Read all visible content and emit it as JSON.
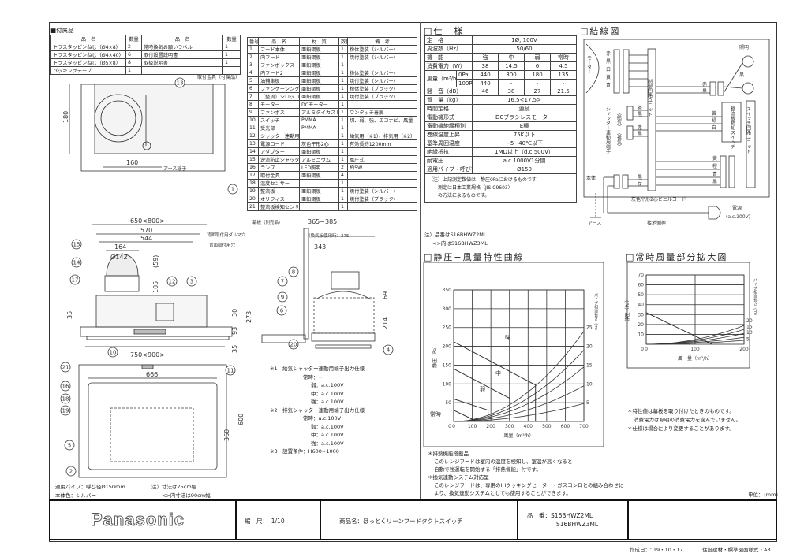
{
  "accessories": {
    "title": "付属品",
    "headers": [
      "品　名",
      "数量",
      "品　名",
      "数量"
    ],
    "rows": [
      [
        "トラスタッピンねじ（Ø4×8）",
        "2",
        "常時換気お願いラベル",
        "1"
      ],
      [
        "トラスタッピンねじ（Ø4×40）",
        "6",
        "取付設置説明書",
        "1"
      ],
      [
        "トラスタッピンねじ（Ø5×8）",
        "8",
        "取扱説明書",
        "1"
      ],
      [
        "パッキングテープ",
        "1",
        "",
        ""
      ]
    ]
  },
  "parts": {
    "headers": [
      "番号",
      "品　名",
      "材　質",
      "数量",
      "備　考"
    ],
    "rows": [
      [
        "1",
        "フード本体",
        "亜鉛鋼板",
        "1",
        "粉体塗装（シルバー）"
      ],
      [
        "2",
        "内フード",
        "亜鉛鋼板",
        "1",
        "焼付塗装（シルバー）"
      ],
      [
        "3",
        "ファンボックス",
        "亜鉛鋼板",
        "1",
        ""
      ],
      [
        "4",
        "内フード2",
        "亜鉛鋼板",
        "1",
        "粉体塗装（シルバー）"
      ],
      [
        "5",
        "油捕集板",
        "亜鉛鋼板",
        "1",
        "焼付塗装（シルバー）"
      ],
      [
        "6",
        "ファンケーシング",
        "亜鉛鋼板",
        "1",
        "粉体塗装（ブラック）"
      ],
      [
        "7",
        "（整流）シロッコファン",
        "亜鉛鋼板",
        "1",
        "焼付塗装（ブラック）"
      ],
      [
        "8",
        "モーター",
        "DCモーター",
        "1",
        ""
      ],
      [
        "9",
        "ファンボス",
        "アルミダイカスト",
        "1",
        "ワンタッチ着脱"
      ],
      [
        "10",
        "スイッチ",
        "PMMA",
        "1",
        "切、弱、強、エコナビ、風量"
      ],
      [
        "11",
        "受光部",
        "PMMA",
        "1",
        ""
      ],
      [
        "12",
        "シャッター連動用端子",
        "",
        "1",
        "給気用（※1）、排気用（※2）"
      ],
      [
        "13",
        "電源コード",
        "灰色平形2心",
        "1",
        "有効長約1200mm"
      ],
      [
        "14",
        "アダプター",
        "亜鉛鋼板",
        "1",
        ""
      ],
      [
        "15",
        "逆流防止シャッター",
        "アルミニウム",
        "1",
        "風圧式"
      ],
      [
        "16",
        "ランプ",
        "LED照明",
        "2",
        "約5W"
      ],
      [
        "17",
        "取付金具",
        "亜鉛鋼板",
        "4",
        ""
      ],
      [
        "18",
        "温度センサー",
        "",
        "1",
        ""
      ],
      [
        "19",
        "整流板",
        "亜鉛鋼板",
        "1",
        "焼付塗装（シルバー）"
      ],
      [
        "20",
        "オリフィス",
        "亜鉛鋼板",
        "1",
        "焼付塗装（ブラック）"
      ],
      [
        "21",
        "整流板検知センサー",
        "",
        "1",
        ""
      ]
    ]
  },
  "spec": {
    "title": "仕　様",
    "rating_label": "定　格",
    "rating": "1Ø, 100V",
    "freq_label": "周波数（Hz）",
    "freq": "50/60",
    "perf_label": "機　能",
    "modes": [
      "強",
      "中",
      "弱",
      "常時"
    ],
    "power_label": "消費電力（W）",
    "power": [
      "38",
      "14.5",
      "6",
      "4.5"
    ],
    "airflow_label": "風量（m³/h）",
    "p0_label": "0Pa",
    "airflow0": [
      "440",
      "300",
      "180",
      "135"
    ],
    "p100_label": "100Pa",
    "airflow100": [
      "440",
      "-",
      "-",
      "-"
    ],
    "noise_label": "騒　音（dB）",
    "noise": [
      "46",
      "38",
      "27",
      "21.5"
    ],
    "mass_label": "質　量（kg）",
    "mass": "16.5<17.5>",
    "rows": [
      [
        "時間定格",
        "連続"
      ],
      [
        "電動機形式",
        "DCブラシレスモーター"
      ],
      [
        "電動機絶縁種別",
        "E種"
      ],
      [
        "巻線温度上昇",
        "75K以下"
      ],
      [
        "基準周囲温度",
        "−5~40℃以下"
      ],
      [
        "絶縁抵抗",
        "1MΩ以上（d.c.500V）"
      ],
      [
        "耐電圧",
        "a.c.1000V1分間"
      ],
      [
        "適用パイプ・呼び径",
        "Ø150"
      ]
    ],
    "notes": [
      "（注）上記測定数値は、静圧0Paにおけるものです",
      "測定は日本工業規格（JIS C9603）",
      "の方法によるものです。"
    ],
    "model_note_1": "注）品番はS16BHWZ2ML",
    "model_note_2": "<>内はS16BHWZ3ML"
  },
  "wiring": {
    "title": "結線図",
    "motor": "モーター",
    "control_unit": "制御回路ユニット",
    "lighting": "照明",
    "rectifier_switch": "整流板検知スイッチ",
    "switch_unit": "スイッチ回路ユニット",
    "shutter_terminal": "シャッター連動用端子",
    "supply": "（給気）",
    "exhaust": "（排気）",
    "body": "本体",
    "earth": "アース",
    "cord": "灰色平形2心ビニルコード",
    "power": "電源",
    "power_spec": "(a.c.100V)",
    "ground_pole": "接地側極",
    "motor_colors": [
      "赤",
      "黒",
      "白",
      "黄",
      "青"
    ],
    "light_colors": [
      "赤",
      "黒"
    ],
    "shutter_colors_1": [
      "茶",
      "黒"
    ],
    "shutter_colors_2": [
      "赤",
      "黒"
    ],
    "switch_colors": [
      "黄",
      "緑",
      "白"
    ],
    "unit_colors": [
      "黄",
      "橙",
      "青",
      "黒"
    ],
    "power_colors": [
      "黒",
      "灰"
    ],
    "black": "黒"
  },
  "drawing": {
    "bracket": "取付金具（付属品）",
    "earth_terminal": "アース端子",
    "d160": "160",
    "d180": "180",
    "w650": "650<800>",
    "w570": "570",
    "w544": "544",
    "w164": "164",
    "phi142": "Ø142",
    "d59": "(59)",
    "d105": "105",
    "d30": "30",
    "d273": "273",
    "d93": "93",
    "d35a": "35",
    "d35b": "35",
    "w750": "750<900>",
    "w666": "666",
    "d360": "360",
    "d600": "600",
    "rear_hole_1": "背面取付用ダルマ穴",
    "rear_hole_2": "背面取付用穴",
    "curtain": "幕板（別売品）",
    "d365": "365~385",
    "d375": "（換気板使用時：375）",
    "d343": "343",
    "d69": "69",
    "d214": "214",
    "pipe_note": "適用パイプ：呼び径Ø150mm",
    "color_note": "本体色：シルバー",
    "dim_note_1": "注）寸法は75cm幅",
    "dim_note_2": "<>内寸法は90cm幅"
  },
  "shutter_notes": [
    "※1　給気シャッター連動用端子出力仕様",
    "常時：−",
    "弱：a.c.100V",
    "中：a.c.100V",
    "強：a.c.100V",
    "※2　排気シャッター連動用端子出力仕様",
    "常時：a.c.100V",
    "弱：a.c.100V",
    "中：a.c.100V",
    "強：a.c.100V",
    "※3　設置条件：H600~1000"
  ],
  "features": [
    "＊排熱機能搭載品",
    "このレンジフードは室内の温度を検知し、室温が高くなると",
    "自動で強運転を開始する「排熱機能」付です。",
    "＊換気連動システム対応型",
    "このレンジフードは、専用のIHクッキングヒーター・ガスコンロとの組み合わせに",
    "より、換気連動システムとしても使用することができます。"
  ],
  "chart_notes": [
    "＊特性値は幕板を取り付けたときのものです。",
    "消費電力は照明の消費電力を含んでいません。",
    "＊仕様は場合により変更することがあります。"
  ],
  "unit": "単位：（mm）",
  "title_block": {
    "brand": "Panasonic",
    "scale": "縮　尺：　1/10",
    "product": "商品名：ほっとくリーンフードタクトスイッチ",
    "model_1": "品　番：S16BHWZ2ML",
    "model_2": "S16BHWZ3ML"
  },
  "footer": {
    "date": "作成日：' 19・10・17",
    "format": "住設建材・標準図面様式・A3"
  },
  "chart_data": [
    {
      "type": "line",
      "title": "静圧−風量特性曲線",
      "xlabel": "風量（m³/h）",
      "ylabel": "静圧（Pa）",
      "y2label": "パイプ相当長さ（m）",
      "xlim": [
        0,
        700
      ],
      "ylim": [
        0,
        350
      ],
      "y2lim": [
        0,
        35
      ],
      "xticks": [
        "0",
        "100",
        "200",
        "300",
        "400",
        "500",
        "600",
        "700"
      ],
      "yticks": [
        "50",
        "100",
        "150",
        "200",
        "250",
        "300",
        "350"
      ],
      "y2ticks": [
        "5",
        "10",
        "15",
        "20",
        "25"
      ],
      "series": [
        {
          "name": "強",
          "points": [
            [
              0,
              212
            ],
            [
              440,
              97
            ],
            [
              440,
              0
            ]
          ]
        },
        {
          "name": "中",
          "points": [
            [
              0,
              140
            ],
            [
              300,
              62
            ]
          ]
        },
        {
          "name": "弱",
          "points": [
            [
              0,
              60
            ],
            [
              185,
              30
            ],
            [
              185,
              0
            ]
          ]
        },
        {
          "name": "常時",
          "points": [
            [
              0,
              30
            ],
            [
              100,
              6
            ]
          ]
        }
      ],
      "pipe_curves_value_at_max_x": [
        240,
        190,
        145,
        95,
        48
      ]
    },
    {
      "type": "line",
      "title": "常時風量部分拡大図",
      "xlabel": "風　量（m³/h）",
      "ylabel": "静圧（Pa）",
      "y2label": "パイプ相当長さ（m）",
      "xlim": [
        0,
        200
      ],
      "ylim": [
        0,
        70
      ],
      "xticks": [
        "0",
        "100",
        "200"
      ],
      "yticks": [
        "10",
        "20",
        "30",
        "40",
        "50",
        "60",
        "70"
      ],
      "y2ticks": [
        "20",
        "15",
        "10",
        "5"
      ],
      "series": [
        {
          "name": "常時",
          "points": [
            [
              0,
              32
            ],
            [
              135,
              0
            ]
          ]
        }
      ],
      "pipe_curves_value_at_max_x": [
        19,
        15,
        11,
        7,
        4
      ]
    }
  ]
}
